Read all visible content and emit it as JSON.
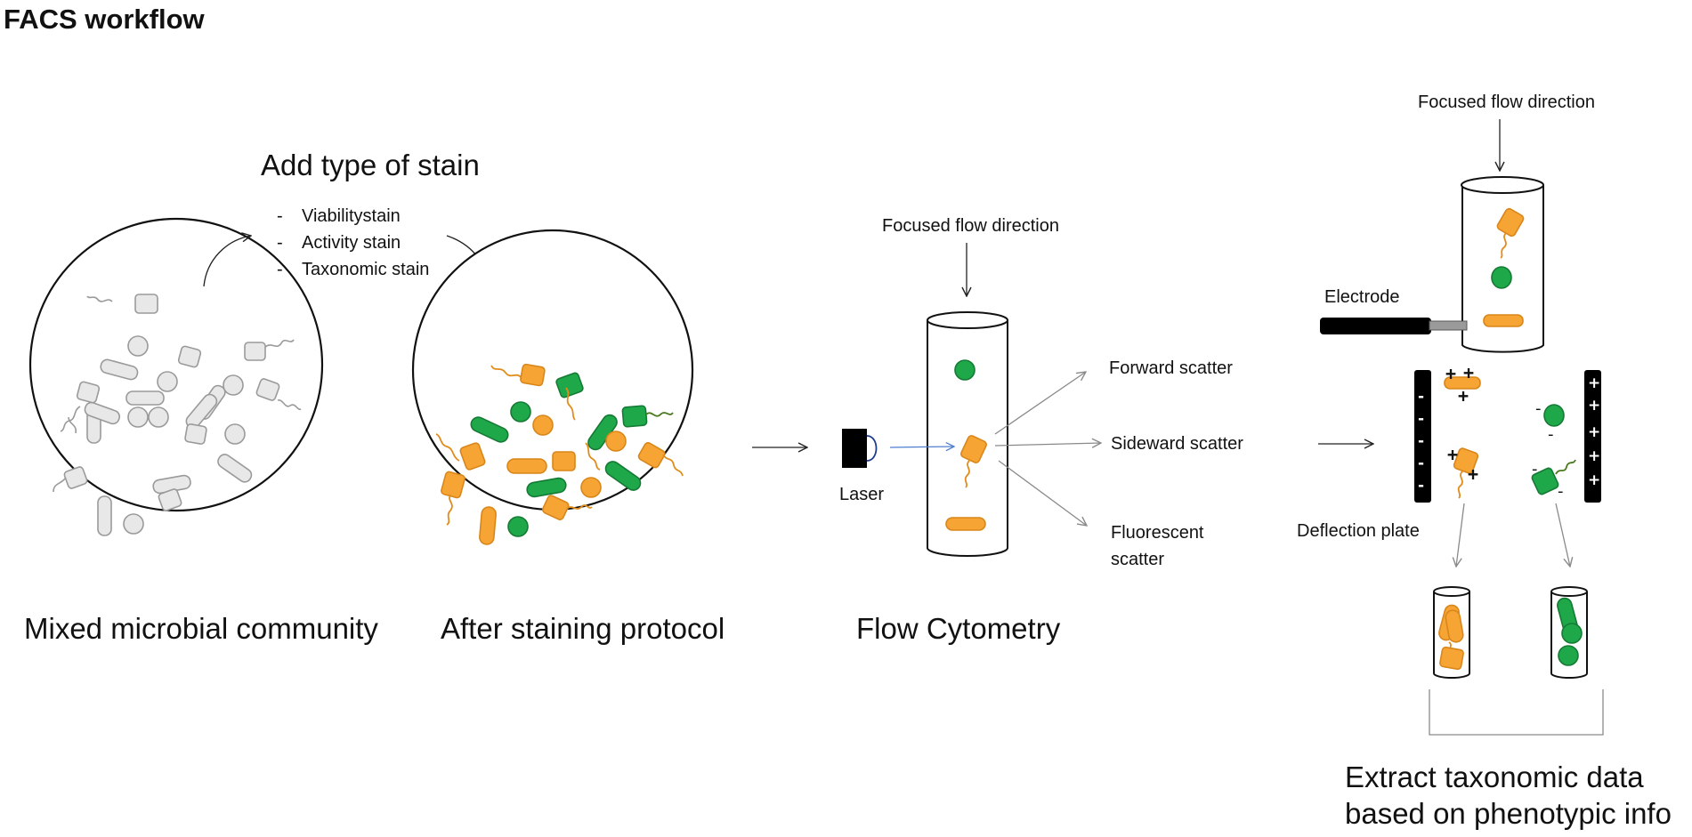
{
  "title": "FACS workflow",
  "stain": {
    "heading": "Add type of stain",
    "items": [
      {
        "bullet": "-",
        "label": "Viabilitystain"
      },
      {
        "bullet": "-",
        "label": "Activity stain"
      },
      {
        "bullet": "-",
        "label": "Taxonomic stain"
      }
    ]
  },
  "stages": {
    "mixed": "Mixed microbial community",
    "stained": "After staining protocol",
    "flow": "Flow Cytometry"
  },
  "flow": {
    "direction_label": "Focused flow direction",
    "laser_label": "Laser",
    "outputs": {
      "forward": "Forward scatter",
      "sideward": "Sideward scatter",
      "fluorescent_1": "Fluorescent",
      "fluorescent_2": "scatter"
    }
  },
  "sort": {
    "direction_label": "Focused flow direction",
    "electrode_label": "Electrode",
    "plate_label": "Deflection plate",
    "result_1": "Extract taxonomic data",
    "result_2": "based on phenotypic info"
  },
  "colors": {
    "stain_orange": "#f6a535",
    "stain_green": "#1fa84a",
    "unstained_grey": "#e8e8e8",
    "laser_beam": "#4f7fd0",
    "plate": "#000000"
  }
}
